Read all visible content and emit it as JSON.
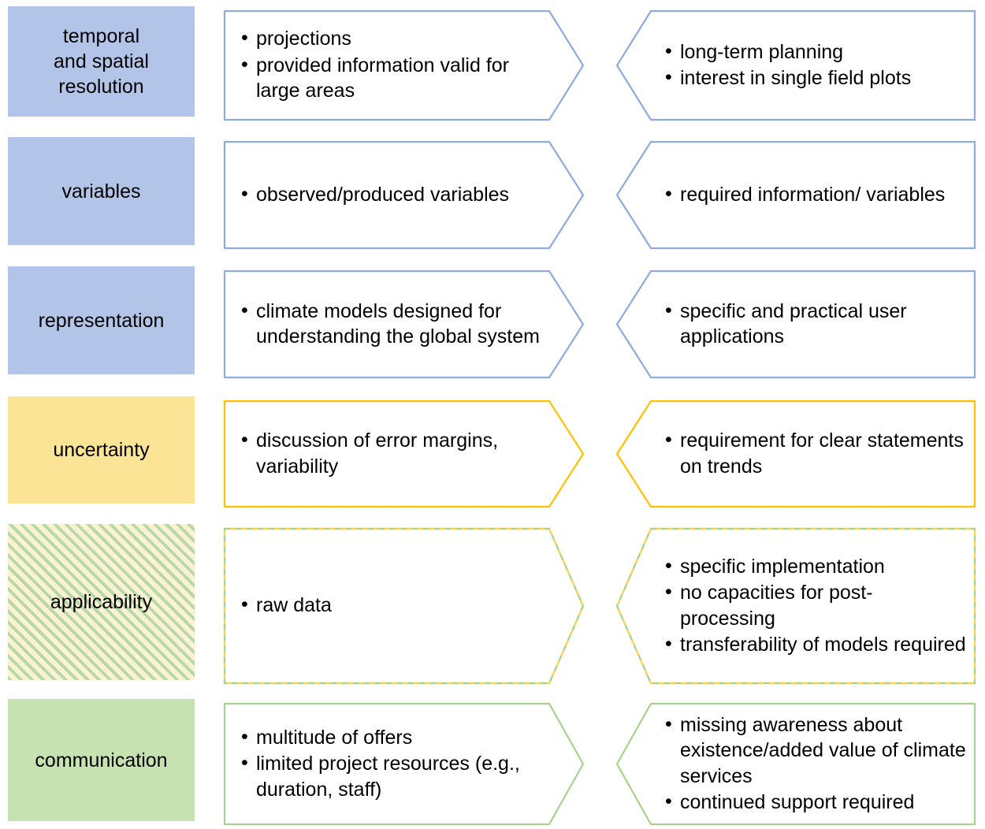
{
  "diagram": {
    "type": "two-column comparison chevron matrix",
    "colors": {
      "blue_fill": "#b2c5e8",
      "blue_stroke": "#8faadc",
      "yellow_fill": "#fce496",
      "yellow_stroke": "#ffc000",
      "green_fill": "#c6e2b0",
      "green_stroke": "#a9d18e",
      "hatch_bg": "#fdf3d4",
      "hatch_stripe": "#b7d9a8",
      "text": "#000000",
      "page_bg": "#ffffff"
    },
    "rows": [
      {
        "label": "temporal\nand spatial\nresolution",
        "label_lines": [
          "temporal",
          "and spatial",
          "resolution"
        ],
        "style": "blue",
        "left_items": [
          "projections",
          "provided information valid for large areas"
        ],
        "right_items": [
          "long-term planning",
          "interest in single field plots"
        ]
      },
      {
        "label": "variables",
        "label_lines": [
          "variables"
        ],
        "style": "blue",
        "left_items": [
          "observed/produced variables"
        ],
        "right_items": [
          "required information/ variables"
        ]
      },
      {
        "label": "representation",
        "label_lines": [
          "representation"
        ],
        "style": "blue",
        "left_items": [
          "climate models designed for understanding the global system"
        ],
        "right_items": [
          "specific and practical user applications"
        ]
      },
      {
        "label": "uncertainty",
        "label_lines": [
          "uncertainty"
        ],
        "style": "yellow",
        "left_items": [
          "discussion of error margins, variability"
        ],
        "right_items": [
          "requirement for clear statements on trends"
        ]
      },
      {
        "label": "applicability",
        "label_lines": [
          "applicability"
        ],
        "style": "hatch",
        "left_items": [
          "raw data"
        ],
        "right_items": [
          "specific implementation",
          "no capacities for post-processing",
          "transferability of models required"
        ]
      },
      {
        "label": "communication",
        "label_lines": [
          "communication"
        ],
        "style": "green",
        "left_items": [
          "multitude of offers",
          "limited project resources (e.g., duration, staff)"
        ],
        "right_items": [
          "missing awareness about existence/added value of climate services",
          "continued support required"
        ]
      }
    ]
  }
}
